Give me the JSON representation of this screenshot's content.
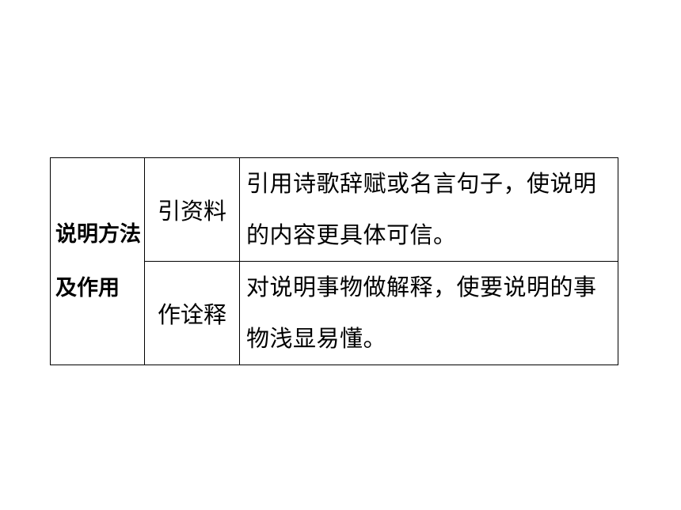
{
  "table": {
    "header_cell": "说明方法及作用",
    "rows": [
      {
        "method": "引资料",
        "description": "引用诗歌辞赋或名言句子，使说明的内容更具体可信。"
      },
      {
        "method": "作诠释",
        "description": "对说明事物做解释，使要说明的事物浅显易懂。"
      }
    ]
  }
}
